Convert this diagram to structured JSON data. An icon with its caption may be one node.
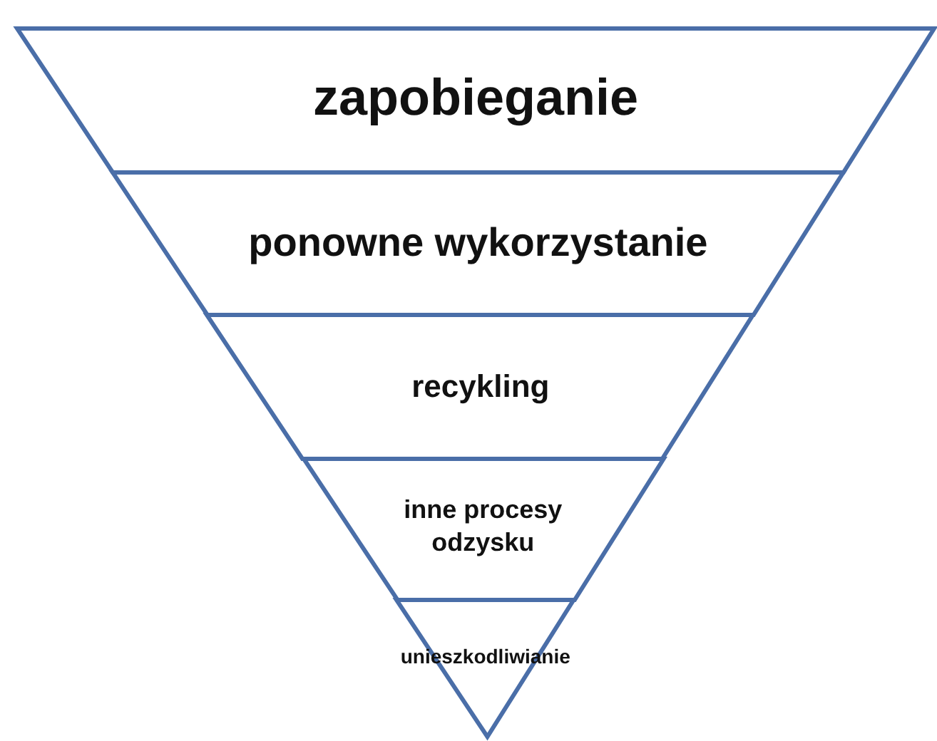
{
  "diagram": {
    "nodes": [
      {
        "text": [
          "zapobieganie"
        ]
      },
      {
        "text": [
          "ponowne wykorzystanie"
        ]
      },
      {
        "text": [
          "recykling"
        ]
      },
      {
        "text": [
          "inne procesy odzysku"
        ]
      },
      {
        "text": [
          "unieszkodliwianie"
        ]
      }
    ]
  }
}
